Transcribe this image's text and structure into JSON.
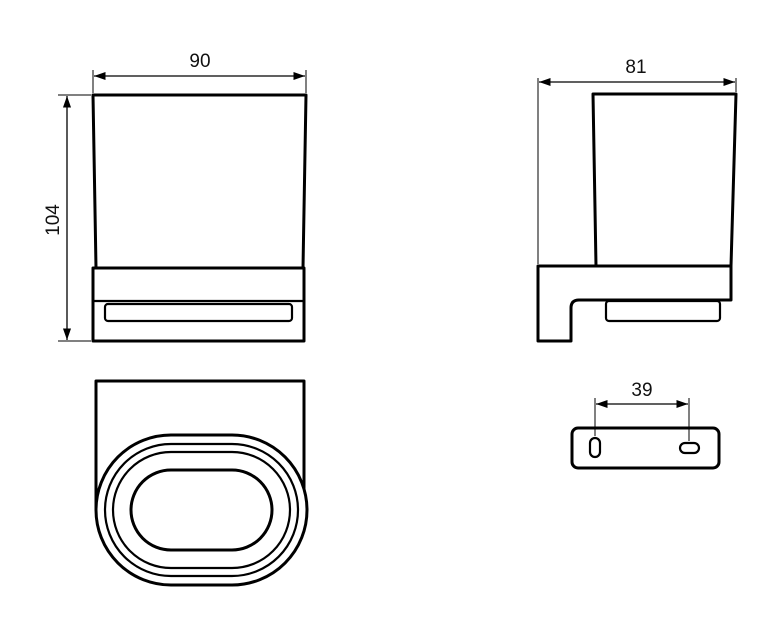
{
  "dimensions": {
    "front_width": "90",
    "front_height": "104",
    "side_depth": "81",
    "bracket_hole_spacing": "39"
  }
}
